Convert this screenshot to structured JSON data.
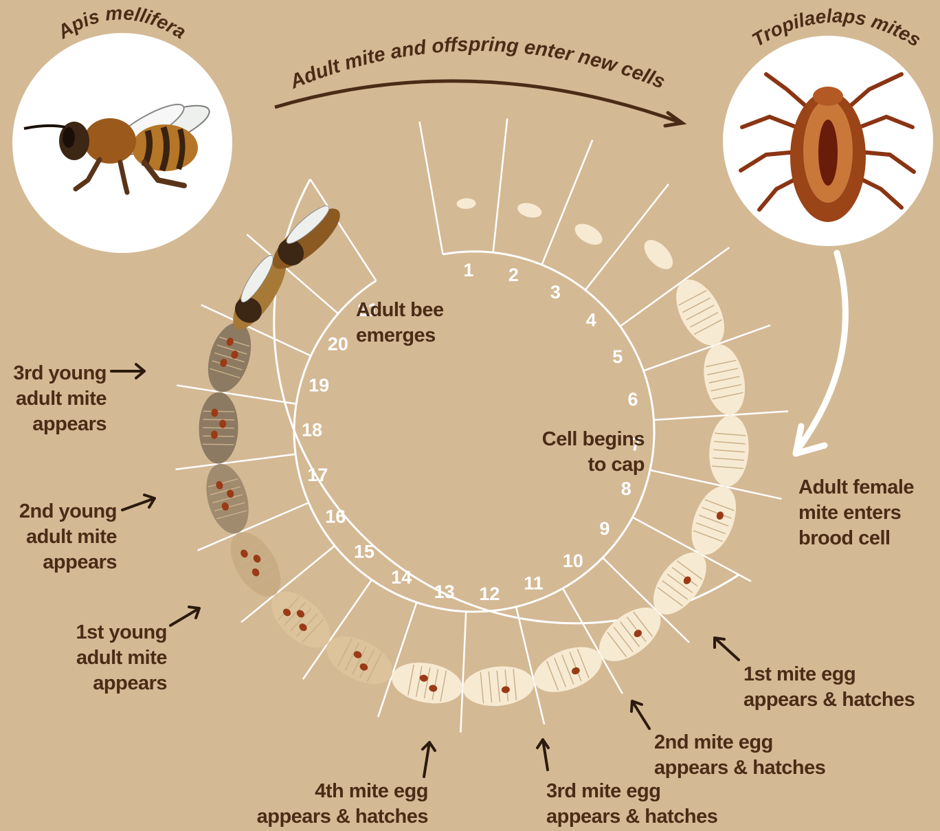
{
  "diagram": {
    "top_arc_label": "Adult mite and offspring enter new cells",
    "bee_circle_label": "Apis mellifera",
    "mite_circle_label": "Tropilaelaps mites",
    "day_numbers": [
      "1",
      "2",
      "3",
      "4",
      "5",
      "6",
      "7",
      "8",
      "9",
      "10",
      "11",
      "12",
      "13",
      "14",
      "15",
      "16",
      "17",
      "18",
      "19",
      "20",
      "21"
    ],
    "labels": {
      "adult_bee": [
        "Adult bee",
        "emerges"
      ],
      "cell_cap": [
        "Cell begins",
        "to cap"
      ],
      "female_enters": [
        "Adult female",
        "mite enters",
        "brood cell"
      ],
      "egg1": [
        "1st mite egg",
        "appears & hatches"
      ],
      "egg2": [
        "2nd mite egg",
        "appears & hatches"
      ],
      "egg3": [
        "3rd mite egg",
        "appears & hatches"
      ],
      "egg4": [
        "4th mite egg",
        "appears & hatches"
      ],
      "young1": [
        "1st young",
        "adult mite",
        "appears"
      ],
      "young2": [
        "2nd young",
        "adult mite",
        "appears"
      ],
      "young3": [
        "3rd young",
        "adult mite",
        "appears"
      ]
    },
    "colors": {
      "background": "#d4b995",
      "text": "#4a2c16",
      "line": "#ffffff",
      "larva": "#f7ead2",
      "pupa_dark": "#8d7a62",
      "mite": "#9a3a16"
    }
  }
}
